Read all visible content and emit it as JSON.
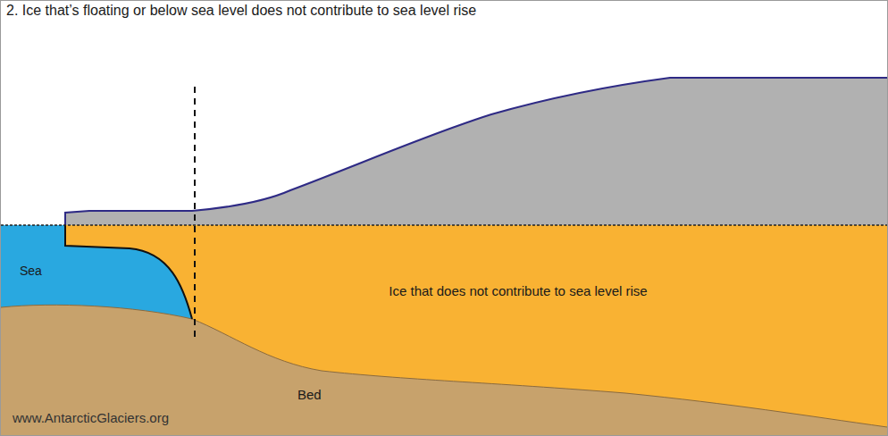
{
  "diagram": {
    "title": "2. Ice that’s floating or below sea level does not contribute to sea level rise",
    "labels": [
      "Sea",
      "Ice that does not contribute to sea level rise",
      "Bed",
      "www.AntarcticGlaciers.org"
    ]
  }
}
